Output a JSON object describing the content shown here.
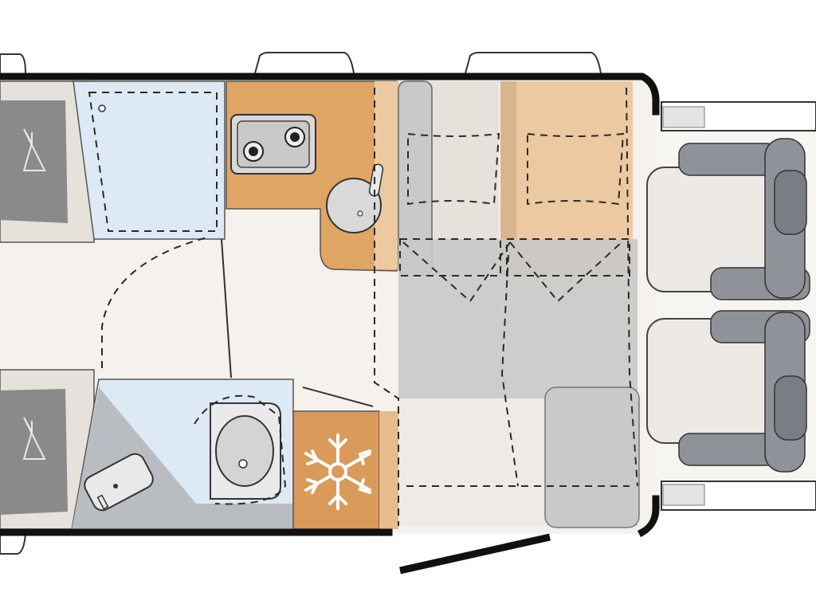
{
  "plan": {
    "areas": [
      {
        "name": "wardrobe-rear-left"
      },
      {
        "name": "wardrobe-rear-right"
      },
      {
        "name": "shower"
      },
      {
        "name": "washroom"
      },
      {
        "name": "kitchen"
      },
      {
        "name": "fridge"
      },
      {
        "name": "dinette"
      },
      {
        "name": "cab"
      }
    ],
    "icons": [
      "hanger-icon",
      "hob-icon",
      "sink-icon",
      "toilet-icon",
      "washbasin-icon",
      "snowflake-icon",
      "seat-icon"
    ],
    "colors": {
      "background": "#ffffff",
      "floor": "#f5f1ec",
      "wall": "#111111",
      "shower": "#dde9f4",
      "kitchen": "#e0a464",
      "kitchen_light": "#ecc9a1",
      "fridge": "#d99a5a",
      "upholstery": "#c9c9c9",
      "cabinet": "#e6e1da",
      "seat": "#ece9e6",
      "seat_frame": "#8f9399",
      "wardrobe": "#8a8a8a"
    }
  }
}
